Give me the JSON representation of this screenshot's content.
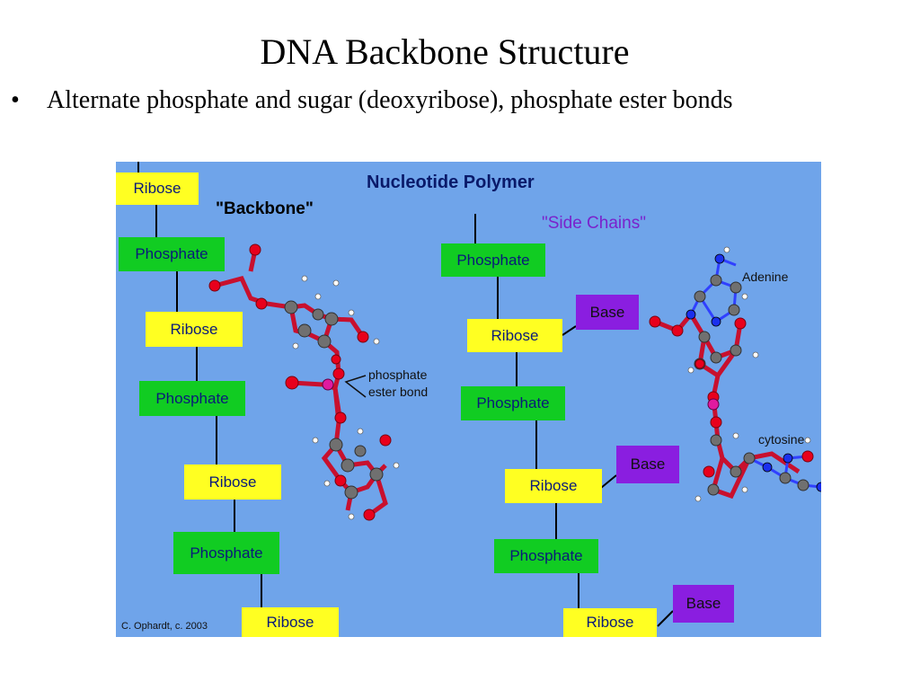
{
  "slide": {
    "title": "DNA Backbone Structure",
    "bullet_mark": "•",
    "bullet": "Alternate phosphate and sugar (deoxyribose), phosphate ester bonds"
  },
  "figure": {
    "title": "Nucleotide Polymer",
    "backbone_label": "\"Backbone\"",
    "side_chains_label": "\"Side Chains\"",
    "ester_label_line1": "phosphate",
    "ester_label_line2": "ester bond",
    "adenine_label": "Adenine",
    "cytosine_label": "cytosine",
    "credit": "C. Ophardt, c. 2003",
    "ribose": "Ribose",
    "phosphate": "Phosphate",
    "base": "Base"
  },
  "colors": {
    "background": "#6fa4ea",
    "ribose": "#ffff22",
    "phosphate": "#11cc22",
    "base": "#8a1ee0",
    "bond_red": "#c8102e",
    "carbon_gray": "#707070",
    "phosphorus_magenta": "#e01aa0"
  }
}
